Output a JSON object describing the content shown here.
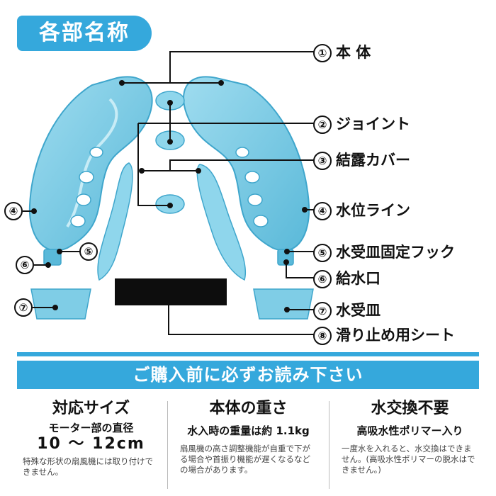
{
  "title": "各部名称",
  "parts": [
    {
      "num": "①",
      "label": "本 体"
    },
    {
      "num": "②",
      "label": "ジョイント"
    },
    {
      "num": "③",
      "label": "結露カバー"
    },
    {
      "num": "④",
      "label": "水位ライン"
    },
    {
      "num": "⑤",
      "label": "水受皿固定フック"
    },
    {
      "num": "⑥",
      "label": "給水口"
    },
    {
      "num": "⑦",
      "label": "水受皿"
    },
    {
      "num": "⑧",
      "label": "滑り止め用シート"
    }
  ],
  "left_marks": [
    "④",
    "⑤",
    "⑥",
    "⑦"
  ],
  "banner": "ご購入前に必ずお読み下さい",
  "columns": [
    {
      "title": "対応サイズ",
      "sub": "モーター部の直径",
      "big": "10 〜 12cm",
      "note": "特殊な形状の扇風機には取り付けできません。"
    },
    {
      "title": "本体の重さ",
      "sub": "水入時の重量は約 1.1kg",
      "big": "",
      "note": "扇風機の高さ調整機能が自重で下がる場合や首振り機能が遅くなるなどの場合があります。"
    },
    {
      "title": "水交換不要",
      "sub": "高吸水性ポリマー入り",
      "big": "",
      "note": "一度水を入れると、水交換はできません。(高吸水性ポリマーの脱水はできません。)"
    }
  ],
  "colors": {
    "accent": "#35a8dc",
    "part": "#7fcde6",
    "part_dark": "#4fb3d4"
  }
}
